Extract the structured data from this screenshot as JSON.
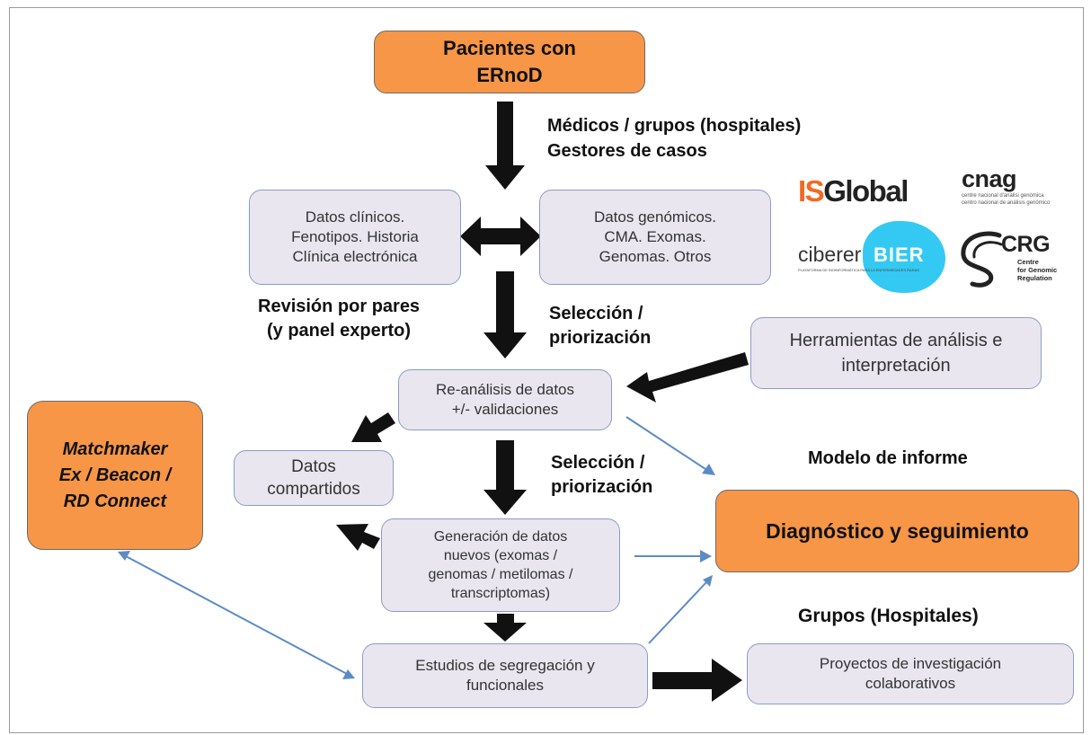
{
  "colors": {
    "accent_orange": "#f79646",
    "node_fill": "#e9e6f0",
    "node_border": "#8b9cc4",
    "connector_blue": "#5b8bc6"
  },
  "nodes": {
    "patients": "Pacientes con\nERnoD",
    "clinical": "Datos clínicos.\nFenotipos. Historia\nClínica electrónica",
    "genomic": "Datos genómicos.\nCMA. Exomas.\nGenomas. Otros",
    "tools": "Herramientas de análisis e\ninterpretación",
    "reanalysis": "Re-análisis de datos\n+/- validaciones",
    "shared": "Datos\ncompartidos",
    "matchmaker": "Matchmaker\nEx / Beacon /\nRD Connect",
    "newdata": "Generación de datos\nnuevos (exomas /\ngenomas / metilomas /\ntranscriptomas)",
    "diagnosis": "Diagnóstico y seguimiento",
    "segregation": "Estudios de segregación y\nfuncionales",
    "projects": "Proyectos de investigación\ncolaborativos"
  },
  "labels": {
    "physicians": "Médicos / grupos (hospitales)\nGestores de casos",
    "peer_review": "Revisión por pares\n(y panel experto)",
    "selection1": "Selección /\npriorización",
    "selection2": "Selección /\npriorización",
    "report_model": "Modelo de informe",
    "groups": "Grupos (Hospitales)"
  },
  "logos": {
    "isglobal_is": "IS",
    "isglobal_rest": "Global",
    "cnag": "cnag",
    "cnag_sub1": "centre nacional d'anàlisi genòmica",
    "cnag_sub2": "centro nacional de análisis genómico",
    "ciberer": "ciberer",
    "bier": "BIER",
    "ciberer_sub": "PLATAFORMA DE BIOINFORMÁTICA PARA LA ENFERMEDADES RARAS",
    "crg": "CRG",
    "crg_sub": "Centre\nfor Genomic\nRegulation"
  }
}
